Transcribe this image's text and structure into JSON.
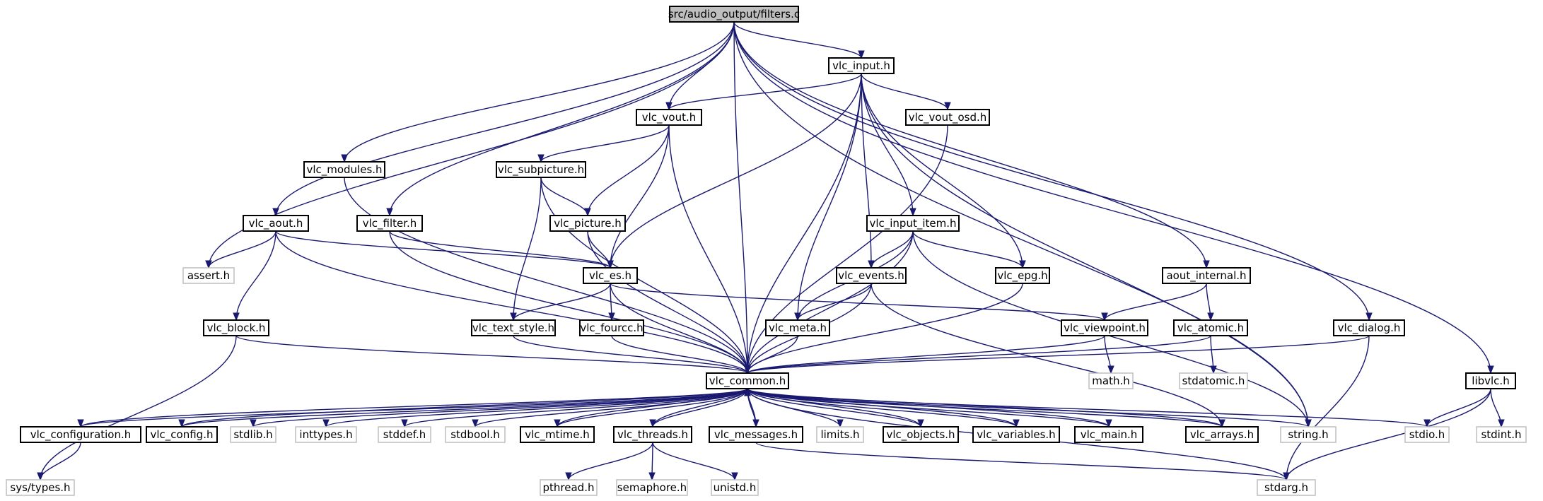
{
  "graph": {
    "nodes": [
      {
        "id": "filters_c",
        "label": "src/audio_output/filters.c",
        "kind": "src"
      },
      {
        "id": "vlc_input_h",
        "label": "vlc_input.h",
        "kind": "doc"
      },
      {
        "id": "vlc_vout_h",
        "label": "vlc_vout.h",
        "kind": "doc"
      },
      {
        "id": "vlc_vout_osd_h",
        "label": "vlc_vout_osd.h",
        "kind": "doc"
      },
      {
        "id": "vlc_modules_h",
        "label": "vlc_modules.h",
        "kind": "doc"
      },
      {
        "id": "vlc_subpicture_h",
        "label": "vlc_subpicture.h",
        "kind": "doc"
      },
      {
        "id": "vlc_aout_h",
        "label": "vlc_aout.h",
        "kind": "doc"
      },
      {
        "id": "vlc_filter_h",
        "label": "vlc_filter.h",
        "kind": "doc"
      },
      {
        "id": "vlc_picture_h",
        "label": "vlc_picture.h",
        "kind": "doc"
      },
      {
        "id": "vlc_input_item_h",
        "label": "vlc_input_item.h",
        "kind": "doc"
      },
      {
        "id": "assert_h",
        "label": "assert.h",
        "kind": "sys"
      },
      {
        "id": "vlc_es_h",
        "label": "vlc_es.h",
        "kind": "doc"
      },
      {
        "id": "vlc_events_h",
        "label": "vlc_events.h",
        "kind": "doc"
      },
      {
        "id": "vlc_epg_h",
        "label": "vlc_epg.h",
        "kind": "doc"
      },
      {
        "id": "aout_internal_h",
        "label": "aout_internal.h",
        "kind": "doc"
      },
      {
        "id": "vlc_block_h",
        "label": "vlc_block.h",
        "kind": "doc"
      },
      {
        "id": "vlc_text_style_h",
        "label": "vlc_text_style.h",
        "kind": "doc"
      },
      {
        "id": "vlc_fourcc_h",
        "label": "vlc_fourcc.h",
        "kind": "doc"
      },
      {
        "id": "vlc_meta_h",
        "label": "vlc_meta.h",
        "kind": "doc"
      },
      {
        "id": "vlc_viewpoint_h",
        "label": "vlc_viewpoint.h",
        "kind": "doc"
      },
      {
        "id": "vlc_atomic_h",
        "label": "vlc_atomic.h",
        "kind": "doc"
      },
      {
        "id": "vlc_dialog_h",
        "label": "vlc_dialog.h",
        "kind": "doc"
      },
      {
        "id": "vlc_common_h",
        "label": "vlc_common.h",
        "kind": "doc"
      },
      {
        "id": "math_h",
        "label": "math.h",
        "kind": "sys"
      },
      {
        "id": "stdatomic_h",
        "label": "stdatomic.h",
        "kind": "sys"
      },
      {
        "id": "libvlc_h",
        "label": "libvlc.h",
        "kind": "doc"
      },
      {
        "id": "vlc_configuration_h",
        "label": "vlc_configuration.h",
        "kind": "doc"
      },
      {
        "id": "vlc_config_h",
        "label": "vlc_config.h",
        "kind": "doc"
      },
      {
        "id": "stdlib_h",
        "label": "stdlib.h",
        "kind": "sys"
      },
      {
        "id": "inttypes_h",
        "label": "inttypes.h",
        "kind": "sys"
      },
      {
        "id": "stddef_h",
        "label": "stddef.h",
        "kind": "sys"
      },
      {
        "id": "stdbool_h",
        "label": "stdbool.h",
        "kind": "sys"
      },
      {
        "id": "vlc_mtime_h",
        "label": "vlc_mtime.h",
        "kind": "doc"
      },
      {
        "id": "vlc_threads_h",
        "label": "vlc_threads.h",
        "kind": "doc"
      },
      {
        "id": "vlc_messages_h",
        "label": "vlc_messages.h",
        "kind": "doc"
      },
      {
        "id": "limits_h",
        "label": "limits.h",
        "kind": "sys"
      },
      {
        "id": "vlc_objects_h",
        "label": "vlc_objects.h",
        "kind": "doc"
      },
      {
        "id": "vlc_variables_h",
        "label": "vlc_variables.h",
        "kind": "doc"
      },
      {
        "id": "vlc_main_h",
        "label": "vlc_main.h",
        "kind": "doc"
      },
      {
        "id": "vlc_arrays_h",
        "label": "vlc_arrays.h",
        "kind": "doc"
      },
      {
        "id": "string_h",
        "label": "string.h",
        "kind": "sys"
      },
      {
        "id": "stdio_h",
        "label": "stdio.h",
        "kind": "sys"
      },
      {
        "id": "stdint_h",
        "label": "stdint.h",
        "kind": "sys"
      },
      {
        "id": "sys_types_h",
        "label": "sys/types.h",
        "kind": "sys"
      },
      {
        "id": "pthread_h",
        "label": "pthread.h",
        "kind": "sys"
      },
      {
        "id": "semaphore_h",
        "label": "semaphore.h",
        "kind": "sys"
      },
      {
        "id": "unistd_h",
        "label": "unistd.h",
        "kind": "sys"
      },
      {
        "id": "stdarg_h",
        "label": "stdarg.h",
        "kind": "sys"
      }
    ],
    "edges": [
      [
        "filters_c",
        "vlc_input_h"
      ],
      [
        "filters_c",
        "vlc_vout_h"
      ],
      [
        "filters_c",
        "vlc_modules_h"
      ],
      [
        "filters_c",
        "vlc_aout_h"
      ],
      [
        "filters_c",
        "vlc_filter_h"
      ],
      [
        "filters_c",
        "assert_h"
      ],
      [
        "filters_c",
        "vlc_common_h"
      ],
      [
        "filters_c",
        "aout_internal_h"
      ],
      [
        "filters_c",
        "vlc_dialog_h"
      ],
      [
        "filters_c",
        "libvlc_h"
      ],
      [
        "filters_c",
        "string_h"
      ],
      [
        "vlc_input_h",
        "vlc_vout_h"
      ],
      [
        "vlc_input_h",
        "vlc_vout_osd_h"
      ],
      [
        "vlc_input_h",
        "vlc_input_item_h"
      ],
      [
        "vlc_input_h",
        "vlc_es_h"
      ],
      [
        "vlc_input_h",
        "vlc_events_h"
      ],
      [
        "vlc_input_h",
        "vlc_epg_h"
      ],
      [
        "vlc_input_h",
        "vlc_meta_h"
      ],
      [
        "vlc_input_h",
        "vlc_common_h"
      ],
      [
        "vlc_input_h",
        "string_h"
      ],
      [
        "vlc_vout_h",
        "vlc_subpicture_h"
      ],
      [
        "vlc_vout_h",
        "vlc_picture_h"
      ],
      [
        "vlc_vout_h",
        "vlc_es_h"
      ],
      [
        "vlc_vout_h",
        "vlc_common_h"
      ],
      [
        "vlc_vout_osd_h",
        "vlc_common_h"
      ],
      [
        "vlc_modules_h",
        "vlc_common_h"
      ],
      [
        "vlc_subpicture_h",
        "vlc_picture_h"
      ],
      [
        "vlc_subpicture_h",
        "vlc_text_style_h"
      ],
      [
        "vlc_subpicture_h",
        "vlc_common_h"
      ],
      [
        "vlc_aout_h",
        "assert_h"
      ],
      [
        "vlc_aout_h",
        "vlc_es_h"
      ],
      [
        "vlc_aout_h",
        "vlc_block_h"
      ],
      [
        "vlc_aout_h",
        "vlc_common_h"
      ],
      [
        "vlc_filter_h",
        "vlc_es_h"
      ],
      [
        "vlc_filter_h",
        "vlc_common_h"
      ],
      [
        "vlc_picture_h",
        "vlc_es_h"
      ],
      [
        "vlc_picture_h",
        "vlc_common_h"
      ],
      [
        "vlc_input_item_h",
        "vlc_events_h"
      ],
      [
        "vlc_input_item_h",
        "vlc_epg_h"
      ],
      [
        "vlc_input_item_h",
        "vlc_meta_h"
      ],
      [
        "vlc_input_item_h",
        "vlc_common_h"
      ],
      [
        "vlc_input_item_h",
        "string_h"
      ],
      [
        "vlc_es_h",
        "vlc_text_style_h"
      ],
      [
        "vlc_es_h",
        "vlc_fourcc_h"
      ],
      [
        "vlc_es_h",
        "vlc_viewpoint_h"
      ],
      [
        "vlc_es_h",
        "vlc_common_h"
      ],
      [
        "vlc_events_h",
        "vlc_meta_h"
      ],
      [
        "vlc_events_h",
        "vlc_common_h"
      ],
      [
        "vlc_events_h",
        "vlc_arrays_h"
      ],
      [
        "vlc_epg_h",
        "vlc_common_h"
      ],
      [
        "aout_internal_h",
        "vlc_viewpoint_h"
      ],
      [
        "aout_internal_h",
        "vlc_atomic_h"
      ],
      [
        "vlc_block_h",
        "sys_types_h"
      ],
      [
        "vlc_block_h",
        "vlc_common_h"
      ],
      [
        "vlc_text_style_h",
        "vlc_common_h"
      ],
      [
        "vlc_fourcc_h",
        "vlc_common_h"
      ],
      [
        "vlc_meta_h",
        "vlc_common_h"
      ],
      [
        "vlc_viewpoint_h",
        "math_h"
      ],
      [
        "vlc_viewpoint_h",
        "vlc_common_h"
      ],
      [
        "vlc_atomic_h",
        "stdatomic_h"
      ],
      [
        "vlc_atomic_h",
        "vlc_common_h"
      ],
      [
        "vlc_dialog_h",
        "vlc_common_h"
      ],
      [
        "vlc_dialog_h",
        "stdarg_h"
      ],
      [
        "libvlc_h",
        "stdio_h"
      ],
      [
        "libvlc_h",
        "stdint_h"
      ],
      [
        "libvlc_h",
        "stdarg_h"
      ],
      [
        "vlc_common_h",
        "vlc_configuration_h"
      ],
      [
        "vlc_common_h",
        "vlc_config_h"
      ],
      [
        "vlc_common_h",
        "stdlib_h"
      ],
      [
        "vlc_common_h",
        "inttypes_h"
      ],
      [
        "vlc_common_h",
        "stddef_h"
      ],
      [
        "vlc_common_h",
        "stdbool_h"
      ],
      [
        "vlc_common_h",
        "vlc_mtime_h"
      ],
      [
        "vlc_common_h",
        "vlc_threads_h"
      ],
      [
        "vlc_common_h",
        "vlc_messages_h"
      ],
      [
        "vlc_common_h",
        "limits_h"
      ],
      [
        "vlc_common_h",
        "vlc_objects_h"
      ],
      [
        "vlc_common_h",
        "vlc_variables_h"
      ],
      [
        "vlc_common_h",
        "vlc_main_h"
      ],
      [
        "vlc_common_h",
        "vlc_arrays_h"
      ],
      [
        "vlc_common_h",
        "string_h"
      ],
      [
        "vlc_common_h",
        "stdio_h"
      ],
      [
        "vlc_common_h",
        "stdarg_h"
      ],
      [
        "vlc_configuration_h",
        "vlc_common_h"
      ],
      [
        "vlc_configuration_h",
        "sys_types_h"
      ],
      [
        "vlc_config_h",
        "vlc_common_h"
      ],
      [
        "vlc_mtime_h",
        "vlc_common_h"
      ],
      [
        "vlc_threads_h",
        "vlc_common_h"
      ],
      [
        "vlc_threads_h",
        "pthread_h"
      ],
      [
        "vlc_threads_h",
        "semaphore_h"
      ],
      [
        "vlc_threads_h",
        "unistd_h"
      ],
      [
        "vlc_messages_h",
        "vlc_common_h"
      ],
      [
        "vlc_messages_h",
        "stdarg_h"
      ],
      [
        "vlc_objects_h",
        "vlc_common_h"
      ],
      [
        "vlc_variables_h",
        "vlc_common_h"
      ],
      [
        "vlc_main_h",
        "vlc_common_h"
      ],
      [
        "vlc_arrays_h",
        "vlc_common_h"
      ]
    ]
  }
}
